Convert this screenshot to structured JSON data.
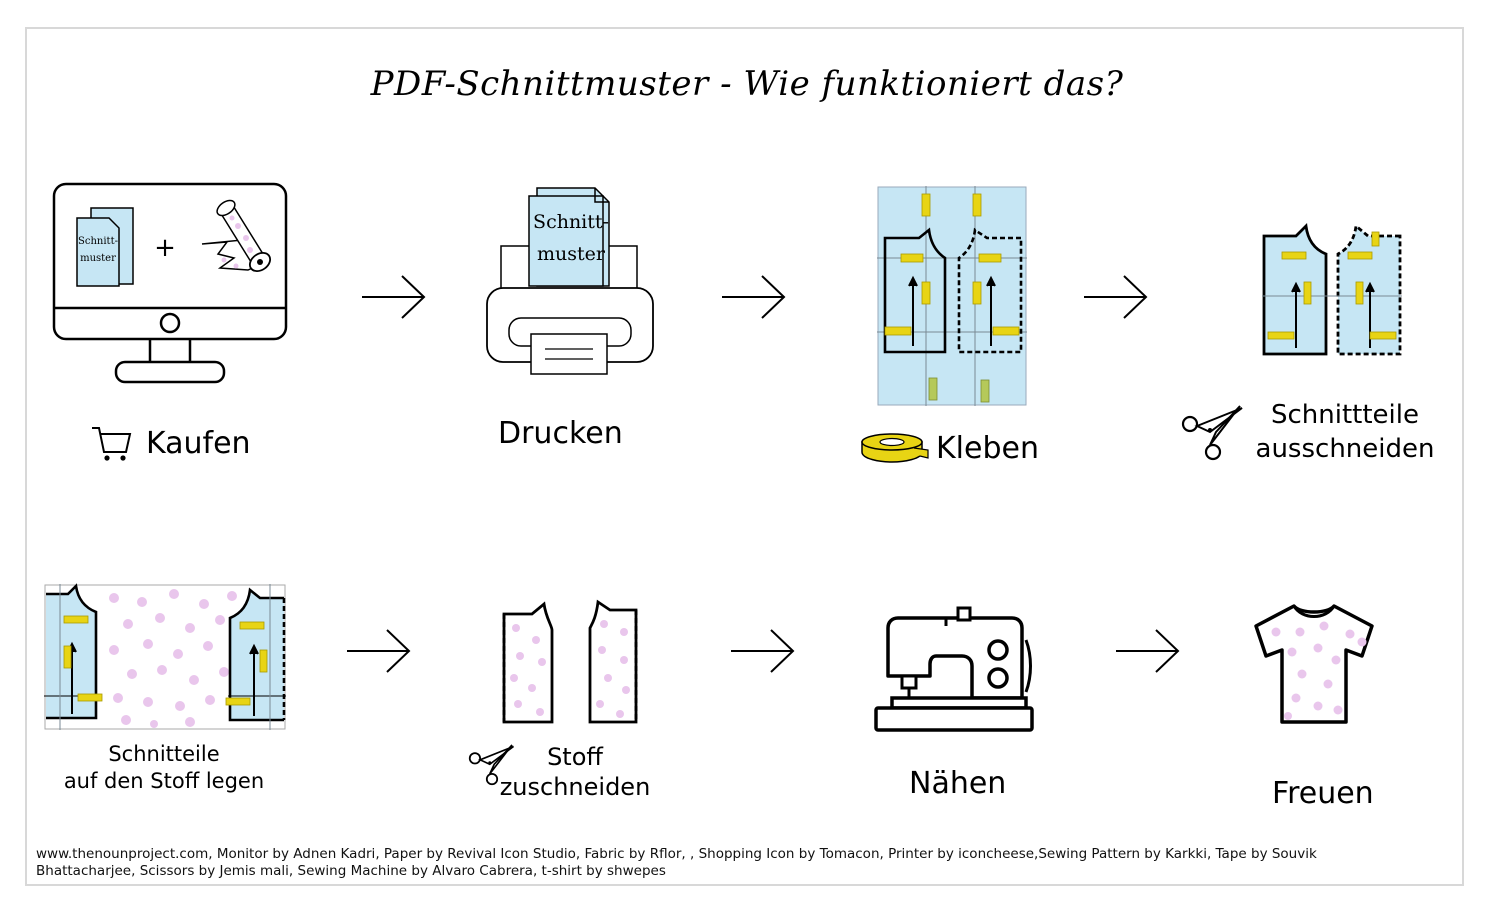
{
  "title": "PDF-Schnittmuster - Wie funktioniert das?",
  "steps": {
    "kaufen": "Kaufen",
    "drucken": "Drucken",
    "kleben": "Kleben",
    "ausschneiden": [
      "Schnittteile",
      "ausschneiden"
    ],
    "legen": [
      "Schnitteile",
      "auf den Stoff legen"
    ],
    "zuschneiden": [
      "Stoff",
      "zuschneiden"
    ],
    "naehen": "Nähen",
    "freuen": "Freuen"
  },
  "paper_texts": {
    "monitor": [
      "Schnitt-",
      "muster"
    ],
    "printer": [
      "Schnitt-",
      "muster"
    ],
    "plus": "+"
  },
  "credits": "www.thenounproject.com, Monitor by Adnen Kadri, Paper by Revival Icon Studio, Fabric by Rflor, , Shopping Icon by Tomacon, Printer by iconcheese,Sewing Pattern by Karkki, Tape by Souvik Bhattacharjee, Scissors by Jemis mali, Sewing Machine by Alvaro Cabrera, t-shirt by shwepes",
  "colors": {
    "paper_blue": "#c6e6f4",
    "tape_yellow": "#e8d414",
    "tape_green": "#b5c95a",
    "fabric_dots": "#e9c6ec",
    "outline": "#000000",
    "frame": "#d8d8d8"
  },
  "icons": [
    "monitor-icon",
    "paper-icon",
    "fabric-roll-icon",
    "cart-icon",
    "printer-icon",
    "taped-pattern-icon",
    "tape-roll-icon",
    "cut-pattern-icon",
    "scissors-icon",
    "fabric-layout-icon",
    "fabric-pieces-icon",
    "sewing-machine-icon",
    "tshirt-icon",
    "arrow-icon"
  ]
}
